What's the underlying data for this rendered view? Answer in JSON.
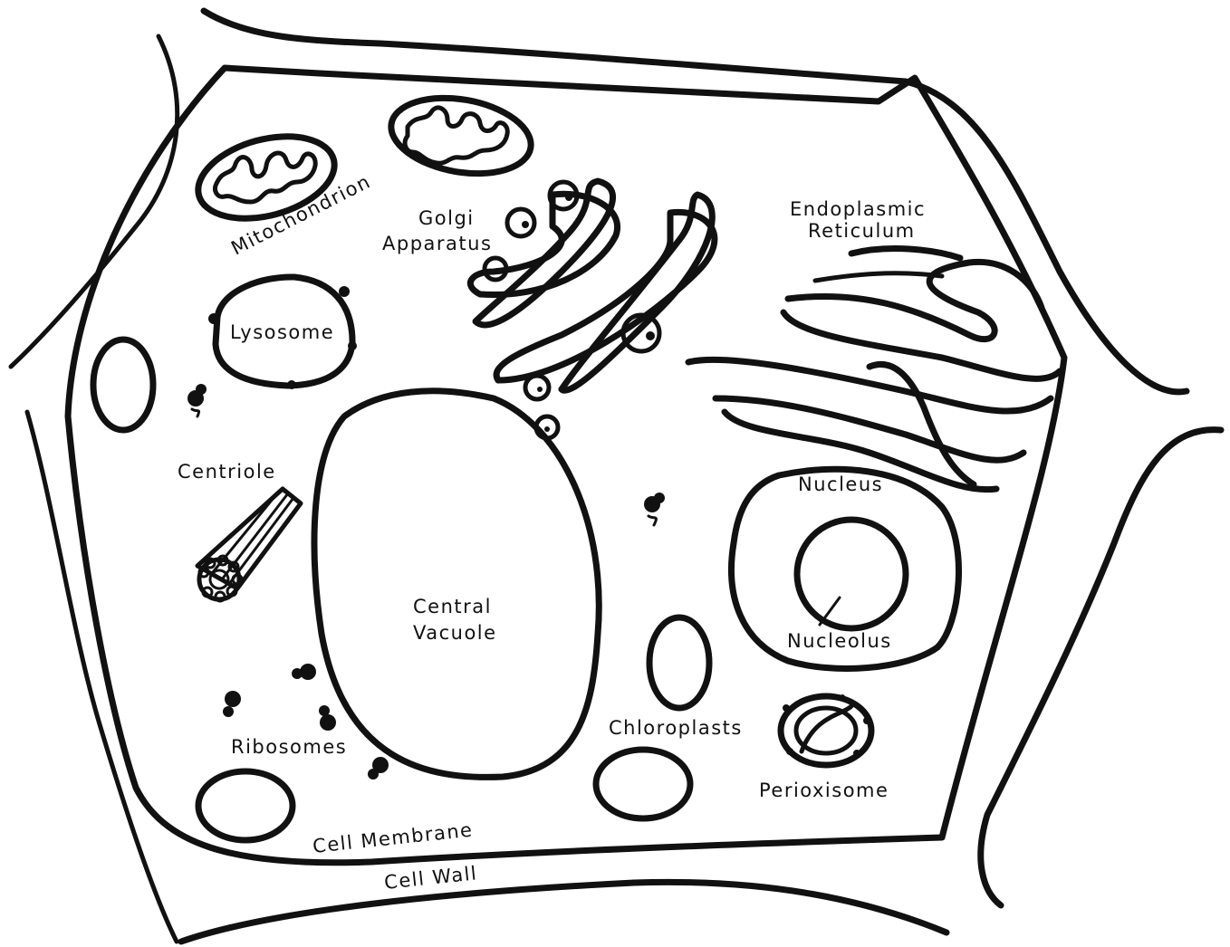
{
  "labels": {
    "mitochondrion": "Mitochondrion",
    "golgi_line1": "Golgi",
    "golgi_line2": "Apparatus",
    "er_line1": "Endoplasmic",
    "er_line2": "Reticulum",
    "lysosome": "Lysosome",
    "centriole": "Centriole",
    "central_vacuole_line1": "Central",
    "central_vacuole_line2": "Vacuole",
    "nucleus": "Nucleus",
    "nucleolus": "Nucleolus",
    "chloroplasts": "Chloroplasts",
    "perioxisome": "Perioxisome",
    "ribosomes": "Ribosomes",
    "cell_membrane": "Cell Membrane",
    "cell_wall": "Cell Wall"
  },
  "colors": {
    "ink": "#111111",
    "background": "#ffffff"
  }
}
